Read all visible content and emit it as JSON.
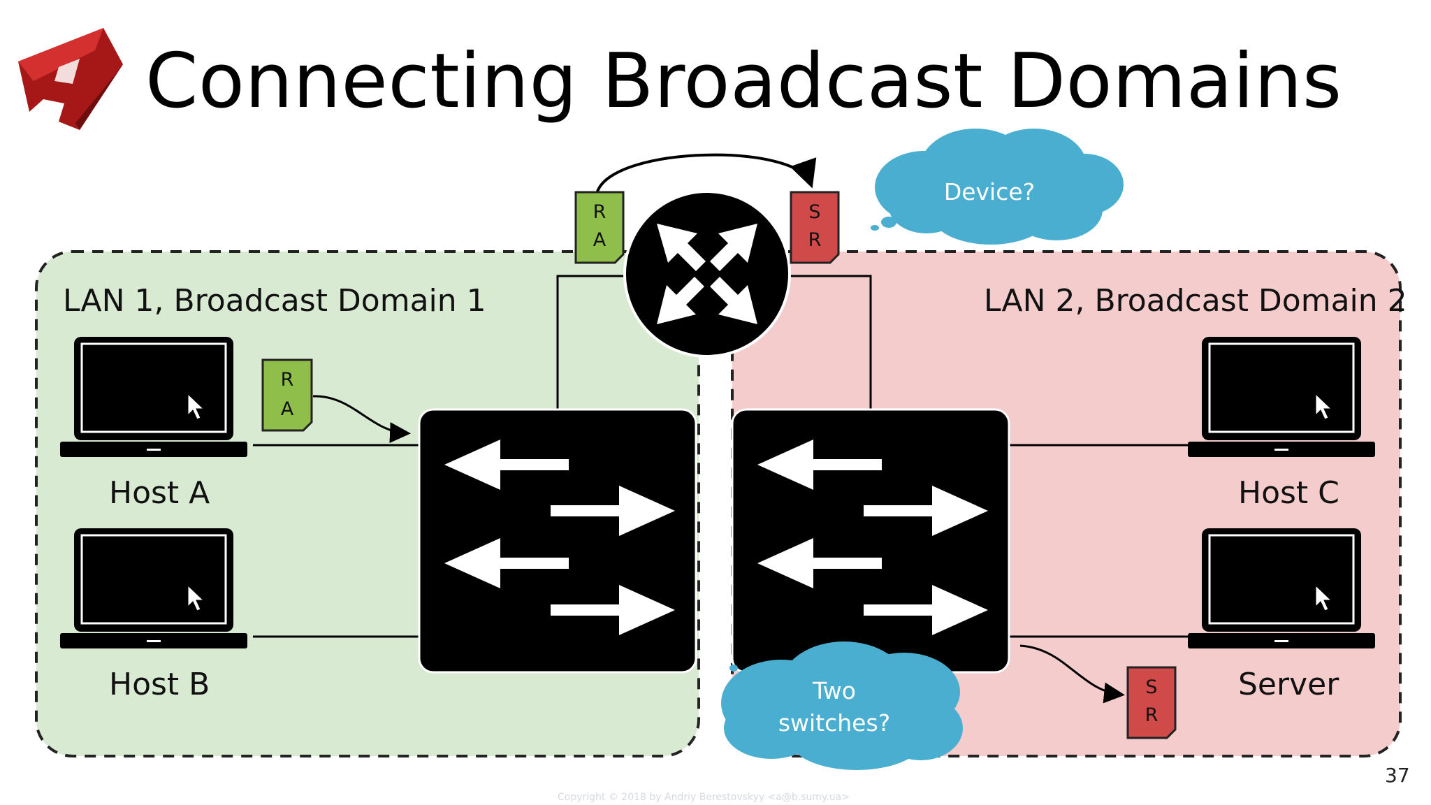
{
  "slide": {
    "title": "Connecting Broadcast Domains",
    "page_number": "37",
    "copyright": "Copyright © 2018 by Andriy Berestovskyy <a@b.sumy.ua>"
  },
  "lans": {
    "lan1_label": "LAN 1, Broadcast Domain 1",
    "lan2_label": "LAN 2, Broadcast Domain 2",
    "lan1_color": "#d9ead3",
    "lan2_color": "#f4cccc"
  },
  "hosts": {
    "host_a": "Host A",
    "host_b": "Host B",
    "host_c": "Host C",
    "server": "Server"
  },
  "packets": {
    "host_a_packet": [
      "R",
      "A"
    ],
    "router_left_packet": [
      "R",
      "A"
    ],
    "router_right_packet": [
      "S",
      "R"
    ],
    "server_packet": [
      "S",
      "R"
    ],
    "green": "#8fbf4a",
    "red": "#d04a4a"
  },
  "clouds": {
    "device": "Device?",
    "switches": [
      "Two",
      "switches?"
    ],
    "color": "#4aaed0"
  }
}
